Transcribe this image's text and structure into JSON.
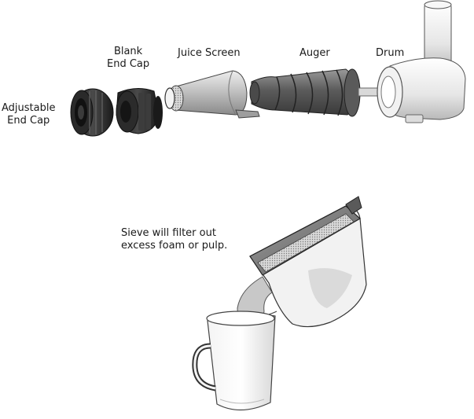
{
  "parts": {
    "adjustable_end_cap": [
      "Adjustable",
      "End Cap"
    ],
    "blank_end_cap": [
      "Blank",
      "End Cap"
    ],
    "juice_screen": "Juice Screen",
    "auger": "Auger",
    "drum": "Drum"
  },
  "sieve_note": [
    "Sieve will filter out",
    "excess foam or pulp."
  ]
}
